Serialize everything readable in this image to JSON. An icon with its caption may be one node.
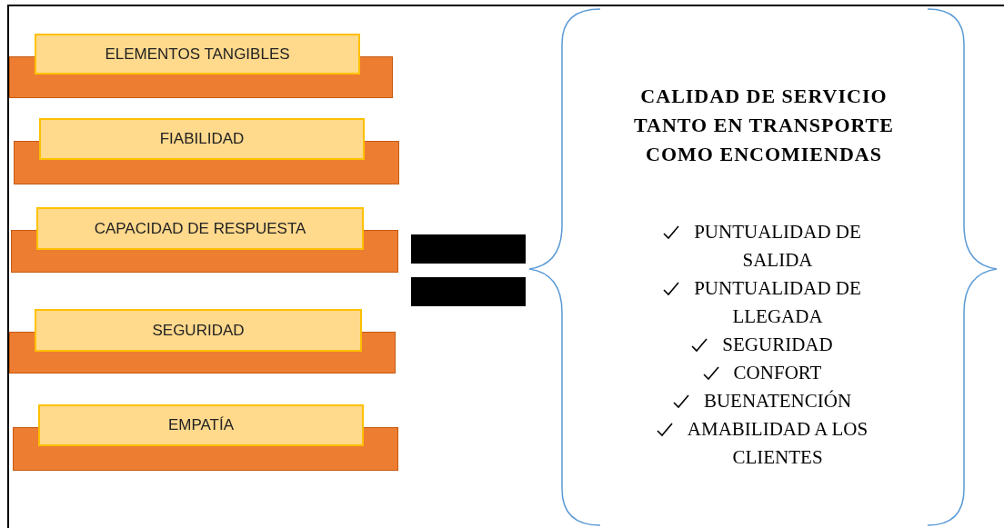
{
  "diagram": {
    "nodes": [
      {
        "text": [
          "ELEMENTOS TANGIBLES"
        ]
      },
      {
        "text": [
          "FIABILIDAD"
        ]
      },
      {
        "text": [
          "CAPACIDAD DE RESPUESTA"
        ]
      },
      {
        "text": [
          "SEGURIDAD"
        ]
      },
      {
        "text": [
          "EMPATÍA"
        ]
      },
      {
        "text": [
          "CALIDAD DE SERVICIO TANTO EN TRANSPORTE COMO ENCOMIENDAS",
          "PUNTUALIDAD DE SALIDA",
          "PUNTUALIDAD DE LLEGADA",
          "SEGURIDAD",
          "CONFORT",
          "BUENATENCIÓN",
          "AMABILIDAD A LOS CLIENTES"
        ]
      }
    ]
  }
}
